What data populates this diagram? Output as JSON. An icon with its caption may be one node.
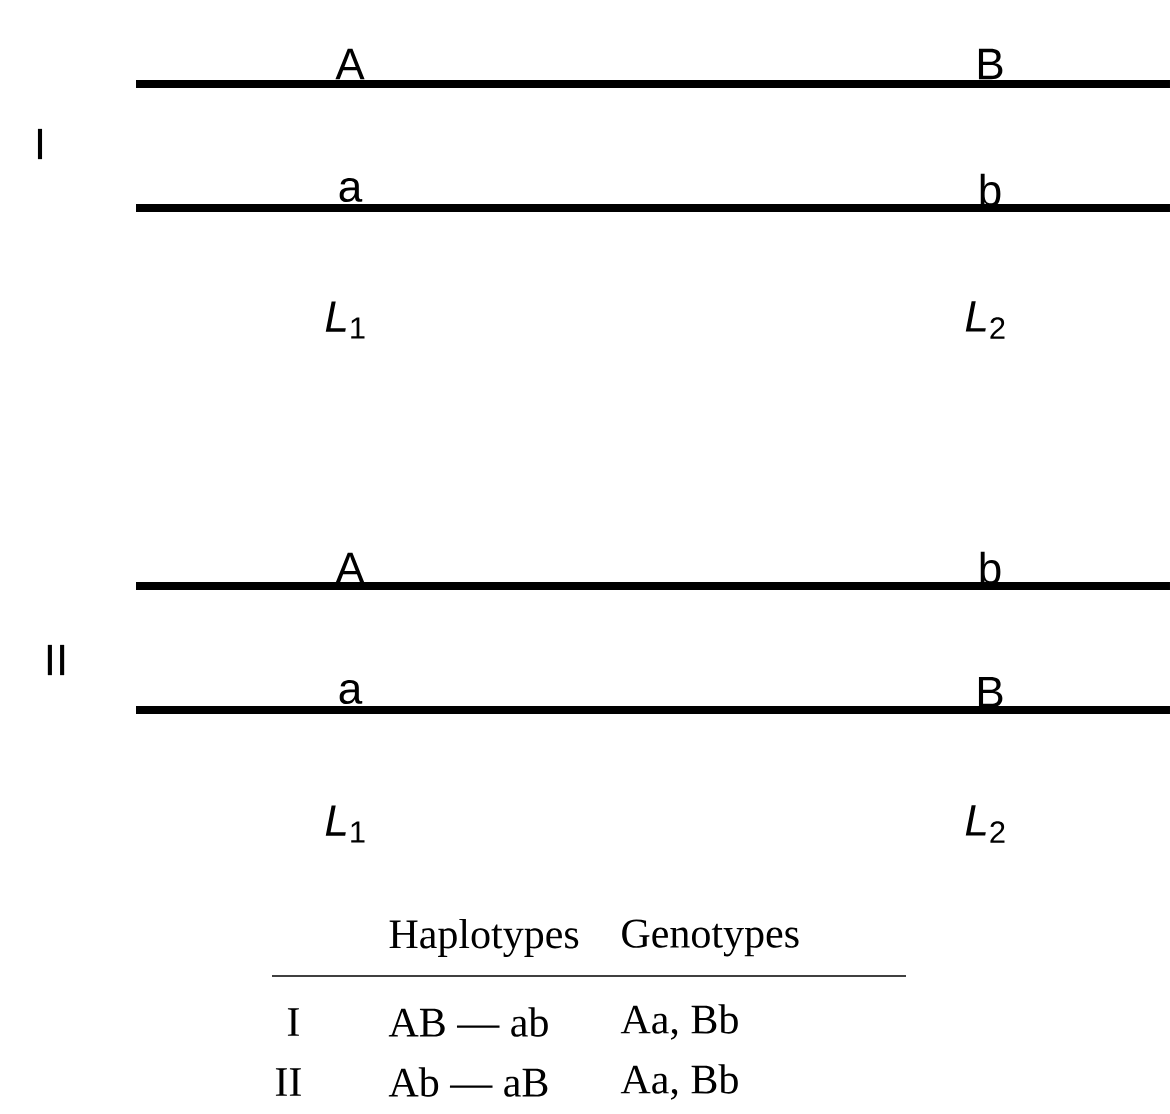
{
  "diagram": {
    "labels": [
      "A",
      "B",
      "I",
      "a",
      "b",
      "*L*$_{1}$",
      "*L*$_{2}$",
      "A",
      "b",
      "II",
      "a",
      "B",
      "*L*$_{1}$",
      "*L*$_{2}$",
      "Haplotypes",
      "Genotypes",
      "I",
      "AB — ab",
      "Aa, Bb",
      "II",
      "Ab — aB",
      "Aa, Bb"
    ]
  }
}
